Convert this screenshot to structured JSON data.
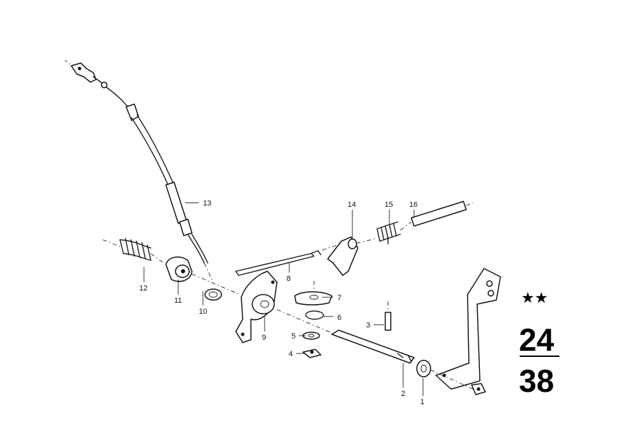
{
  "callouts": [
    {
      "id": "1",
      "text": "1"
    },
    {
      "id": "2",
      "text": "2"
    },
    {
      "id": "3",
      "text": "3"
    },
    {
      "id": "4",
      "text": "4"
    },
    {
      "id": "5",
      "text": "5"
    },
    {
      "id": "6",
      "text": "6"
    },
    {
      "id": "7",
      "text": "7"
    },
    {
      "id": "8",
      "text": "8"
    },
    {
      "id": "9",
      "text": "9"
    },
    {
      "id": "10",
      "text": "10"
    },
    {
      "id": "11",
      "text": "11"
    },
    {
      "id": "12",
      "text": "12"
    },
    {
      "id": "13",
      "text": "13"
    },
    {
      "id": "14",
      "text": "14"
    },
    {
      "id": "15",
      "text": "15"
    },
    {
      "id": "16",
      "text": "16"
    }
  ],
  "marker": {
    "stars": "★★",
    "group_top": "24",
    "group_bottom": "38"
  }
}
